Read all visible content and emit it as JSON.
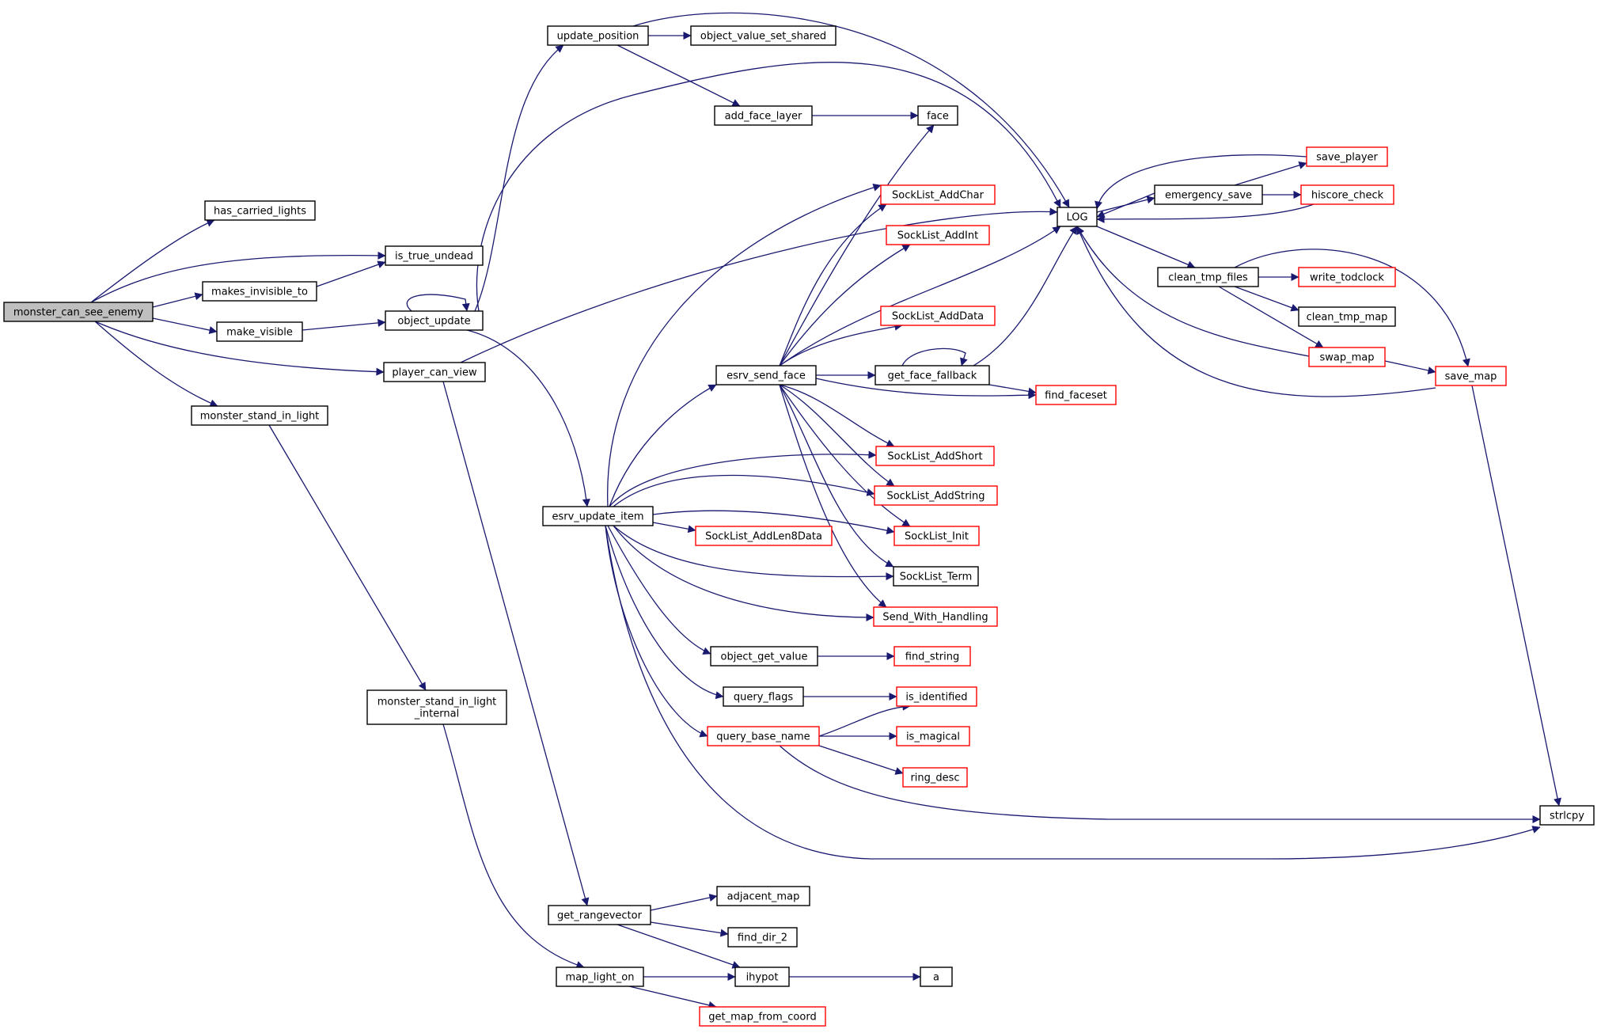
{
  "colors": {
    "edge": "#191970",
    "node_border": "#000000",
    "node_border_incomplete": "#ff0000",
    "focus_fill": "#bfbfbf",
    "node_fill": "#ffffff"
  },
  "nodes": [
    {
      "id": "monster_can_see_enemy",
      "lines": [
        "monster_can_see_enemy"
      ],
      "kind": "focus"
    },
    {
      "id": "has_carried_lights",
      "lines": [
        "has_carried_lights"
      ],
      "kind": "normal"
    },
    {
      "id": "is_true_undead",
      "lines": [
        "is_true_undead"
      ],
      "kind": "normal"
    },
    {
      "id": "makes_invisible_to",
      "lines": [
        "makes_invisible_to"
      ],
      "kind": "normal"
    },
    {
      "id": "make_visible",
      "lines": [
        "make_visible"
      ],
      "kind": "normal"
    },
    {
      "id": "object_update",
      "lines": [
        "object_update"
      ],
      "kind": "normal"
    },
    {
      "id": "player_can_view",
      "lines": [
        "player_can_view"
      ],
      "kind": "normal"
    },
    {
      "id": "monster_stand_in_light",
      "lines": [
        "monster_stand_in_light"
      ],
      "kind": "normal"
    },
    {
      "id": "monster_stand_in_light_internal",
      "lines": [
        "monster_stand_in_light",
        "_internal"
      ],
      "kind": "normal"
    },
    {
      "id": "update_position",
      "lines": [
        "update_position"
      ],
      "kind": "normal"
    },
    {
      "id": "object_value_set_shared",
      "lines": [
        "object_value_set_shared"
      ],
      "kind": "normal"
    },
    {
      "id": "add_face_layer",
      "lines": [
        "add_face_layer"
      ],
      "kind": "normal"
    },
    {
      "id": "face",
      "lines": [
        "face"
      ],
      "kind": "normal"
    },
    {
      "id": "LOG",
      "lines": [
        "LOG"
      ],
      "kind": "normal"
    },
    {
      "id": "esrv_update_item",
      "lines": [
        "esrv_update_item"
      ],
      "kind": "normal"
    },
    {
      "id": "esrv_send_face",
      "lines": [
        "esrv_send_face"
      ],
      "kind": "normal"
    },
    {
      "id": "SockList_AddChar",
      "lines": [
        "SockList_AddChar"
      ],
      "kind": "incomplete"
    },
    {
      "id": "SockList_AddInt",
      "lines": [
        "SockList_AddInt"
      ],
      "kind": "incomplete"
    },
    {
      "id": "SockList_AddData",
      "lines": [
        "SockList_AddData"
      ],
      "kind": "incomplete"
    },
    {
      "id": "get_face_fallback",
      "lines": [
        "get_face_fallback"
      ],
      "kind": "normal"
    },
    {
      "id": "find_faceset",
      "lines": [
        "find_faceset"
      ],
      "kind": "incomplete"
    },
    {
      "id": "SockList_AddShort",
      "lines": [
        "SockList_AddShort"
      ],
      "kind": "incomplete"
    },
    {
      "id": "SockList_AddString",
      "lines": [
        "SockList_AddString"
      ],
      "kind": "incomplete"
    },
    {
      "id": "SockList_AddLen8Data",
      "lines": [
        "SockList_AddLen8Data"
      ],
      "kind": "incomplete"
    },
    {
      "id": "SockList_Init",
      "lines": [
        "SockList_Init"
      ],
      "kind": "incomplete"
    },
    {
      "id": "SockList_Term",
      "lines": [
        "SockList_Term"
      ],
      "kind": "normal"
    },
    {
      "id": "Send_With_Handling",
      "lines": [
        "Send_With_Handling"
      ],
      "kind": "incomplete"
    },
    {
      "id": "object_get_value",
      "lines": [
        "object_get_value"
      ],
      "kind": "normal"
    },
    {
      "id": "find_string",
      "lines": [
        "find_string"
      ],
      "kind": "incomplete"
    },
    {
      "id": "query_flags",
      "lines": [
        "query_flags"
      ],
      "kind": "normal"
    },
    {
      "id": "is_identified",
      "lines": [
        "is_identified"
      ],
      "kind": "incomplete"
    },
    {
      "id": "query_base_name",
      "lines": [
        "query_base_name"
      ],
      "kind": "incomplete"
    },
    {
      "id": "is_magical",
      "lines": [
        "is_magical"
      ],
      "kind": "incomplete"
    },
    {
      "id": "ring_desc",
      "lines": [
        "ring_desc"
      ],
      "kind": "incomplete"
    },
    {
      "id": "emergency_save",
      "lines": [
        "emergency_save"
      ],
      "kind": "normal"
    },
    {
      "id": "save_player",
      "lines": [
        "save_player"
      ],
      "kind": "incomplete"
    },
    {
      "id": "hiscore_check",
      "lines": [
        "hiscore_check"
      ],
      "kind": "incomplete"
    },
    {
      "id": "clean_tmp_files",
      "lines": [
        "clean_tmp_files"
      ],
      "kind": "normal"
    },
    {
      "id": "write_todclock",
      "lines": [
        "write_todclock"
      ],
      "kind": "incomplete"
    },
    {
      "id": "clean_tmp_map",
      "lines": [
        "clean_tmp_map"
      ],
      "kind": "normal"
    },
    {
      "id": "swap_map",
      "lines": [
        "swap_map"
      ],
      "kind": "incomplete"
    },
    {
      "id": "save_map",
      "lines": [
        "save_map"
      ],
      "kind": "incomplete"
    },
    {
      "id": "strlcpy",
      "lines": [
        "strlcpy"
      ],
      "kind": "normal"
    },
    {
      "id": "get_rangevector",
      "lines": [
        "get_rangevector"
      ],
      "kind": "normal"
    },
    {
      "id": "adjacent_map",
      "lines": [
        "adjacent_map"
      ],
      "kind": "normal"
    },
    {
      "id": "find_dir_2",
      "lines": [
        "find_dir_2"
      ],
      "kind": "normal"
    },
    {
      "id": "ihypot",
      "lines": [
        "ihypot"
      ],
      "kind": "normal"
    },
    {
      "id": "a",
      "lines": [
        "a"
      ],
      "kind": "normal"
    },
    {
      "id": "map_light_on",
      "lines": [
        "map_light_on"
      ],
      "kind": "normal"
    },
    {
      "id": "get_map_from_coord",
      "lines": [
        "get_map_from_coord"
      ],
      "kind": "incomplete"
    }
  ],
  "edges": [
    [
      "monster_can_see_enemy",
      "has_carried_lights"
    ],
    [
      "monster_can_see_enemy",
      "is_true_undead"
    ],
    [
      "monster_can_see_enemy",
      "makes_invisible_to"
    ],
    [
      "monster_can_see_enemy",
      "make_visible"
    ],
    [
      "monster_can_see_enemy",
      "player_can_view"
    ],
    [
      "monster_can_see_enemy",
      "monster_stand_in_light"
    ],
    [
      "makes_invisible_to",
      "is_true_undead"
    ],
    [
      "make_visible",
      "object_update"
    ],
    [
      "object_update",
      "object_update"
    ],
    [
      "object_update",
      "update_position"
    ],
    [
      "object_update",
      "LOG"
    ],
    [
      "object_update",
      "esrv_update_item"
    ],
    [
      "update_position",
      "object_value_set_shared"
    ],
    [
      "update_position",
      "add_face_layer"
    ],
    [
      "update_position",
      "LOG"
    ],
    [
      "add_face_layer",
      "face"
    ],
    [
      "player_can_view",
      "LOG"
    ],
    [
      "player_can_view",
      "get_rangevector"
    ],
    [
      "monster_stand_in_light",
      "monster_stand_in_light_internal"
    ],
    [
      "monster_stand_in_light_internal",
      "map_light_on"
    ],
    [
      "esrv_update_item",
      "SockList_AddChar"
    ],
    [
      "esrv_update_item",
      "esrv_send_face"
    ],
    [
      "esrv_update_item",
      "SockList_AddShort"
    ],
    [
      "esrv_update_item",
      "SockList_AddString"
    ],
    [
      "esrv_update_item",
      "SockList_AddLen8Data"
    ],
    [
      "esrv_update_item",
      "SockList_Init"
    ],
    [
      "esrv_update_item",
      "SockList_Term"
    ],
    [
      "esrv_update_item",
      "Send_With_Handling"
    ],
    [
      "esrv_update_item",
      "object_get_value"
    ],
    [
      "esrv_update_item",
      "query_flags"
    ],
    [
      "esrv_update_item",
      "query_base_name"
    ],
    [
      "esrv_update_item",
      "strlcpy"
    ],
    [
      "esrv_send_face",
      "face"
    ],
    [
      "esrv_send_face",
      "SockList_AddChar"
    ],
    [
      "esrv_send_face",
      "SockList_AddInt"
    ],
    [
      "esrv_send_face",
      "LOG"
    ],
    [
      "esrv_send_face",
      "SockList_AddData"
    ],
    [
      "esrv_send_face",
      "get_face_fallback"
    ],
    [
      "esrv_send_face",
      "find_faceset"
    ],
    [
      "esrv_send_face",
      "SockList_AddShort"
    ],
    [
      "esrv_send_face",
      "SockList_AddString"
    ],
    [
      "esrv_send_face",
      "SockList_Init"
    ],
    [
      "esrv_send_face",
      "SockList_Term"
    ],
    [
      "esrv_send_face",
      "Send_With_Handling"
    ],
    [
      "get_face_fallback",
      "get_face_fallback"
    ],
    [
      "get_face_fallback",
      "LOG"
    ],
    [
      "get_face_fallback",
      "find_faceset"
    ],
    [
      "object_get_value",
      "find_string"
    ],
    [
      "query_flags",
      "is_identified"
    ],
    [
      "query_base_name",
      "is_identified"
    ],
    [
      "query_base_name",
      "is_magical"
    ],
    [
      "query_base_name",
      "ring_desc"
    ],
    [
      "query_base_name",
      "strlcpy"
    ],
    [
      "LOG",
      "emergency_save"
    ],
    [
      "LOG",
      "clean_tmp_files"
    ],
    [
      "emergency_save",
      "LOG"
    ],
    [
      "emergency_save",
      "save_player"
    ],
    [
      "emergency_save",
      "hiscore_check"
    ],
    [
      "save_player",
      "LOG"
    ],
    [
      "hiscore_check",
      "LOG"
    ],
    [
      "clean_tmp_files",
      "write_todclock"
    ],
    [
      "clean_tmp_files",
      "clean_tmp_map"
    ],
    [
      "clean_tmp_files",
      "swap_map"
    ],
    [
      "clean_tmp_files",
      "save_map"
    ],
    [
      "swap_map",
      "LOG"
    ],
    [
      "swap_map",
      "save_map"
    ],
    [
      "save_map",
      "LOG"
    ],
    [
      "save_map",
      "strlcpy"
    ],
    [
      "get_rangevector",
      "adjacent_map"
    ],
    [
      "get_rangevector",
      "find_dir_2"
    ],
    [
      "get_rangevector",
      "ihypot"
    ],
    [
      "map_light_on",
      "ihypot"
    ],
    [
      "map_light_on",
      "get_map_from_coord"
    ],
    [
      "ihypot",
      "a"
    ]
  ]
}
